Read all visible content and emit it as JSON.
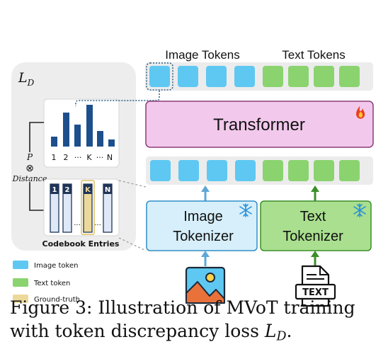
{
  "header": {
    "image_tokens": "Image Tokens",
    "text_tokens": "Text Tokens"
  },
  "transformer": {
    "label": "Transformer",
    "icon": "fire-icon"
  },
  "tokenizers": {
    "image_line1": "Image",
    "image_line2": "Tokenizer",
    "text_line1": "Text",
    "text_line2": "Tokenizer",
    "icon": "snowflake-icon"
  },
  "loss_panel": {
    "title_main": "L",
    "title_sub": "D",
    "distance_label": "Distance",
    "p_label": "P",
    "otimes": "⊗",
    "codebook_label": "Codebook Entries",
    "chart_ticks": [
      "1",
      "2",
      "···",
      "K",
      "···",
      "N"
    ],
    "codebook_ticks": [
      "1",
      "2",
      "...",
      "K",
      "...",
      "N"
    ]
  },
  "legend": {
    "items": [
      {
        "label": "Image token",
        "color": "#5ec8f2"
      },
      {
        "label": "Text token",
        "color": "#8bd36f"
      },
      {
        "label": "Ground-truth",
        "color": "#ecd89a"
      }
    ]
  },
  "inputs": {
    "text_doc_label": "TEXT"
  },
  "caption": {
    "line1": "Figure 3:  Illustration of MVoT training",
    "line2_prefix": "with token discrepancy loss ",
    "line2_symbol": "L",
    "line2_sub": "D",
    "line2_suffix": "."
  },
  "colors": {
    "image_token": "#5ec8f2",
    "text_token": "#8bd36f",
    "ground_truth": "#ecd89a",
    "transformer_fill": "#f2c9ec",
    "transformer_border": "#8b3a7a",
    "image_tokenizer_fill": "#d6effa",
    "image_tokenizer_border": "#2f8fc8",
    "text_tokenizer_fill": "#a9df8e",
    "text_tokenizer_border": "#3c8f2a",
    "bar_dark": "#1d4f8c",
    "panel_bg": "#ededed"
  }
}
